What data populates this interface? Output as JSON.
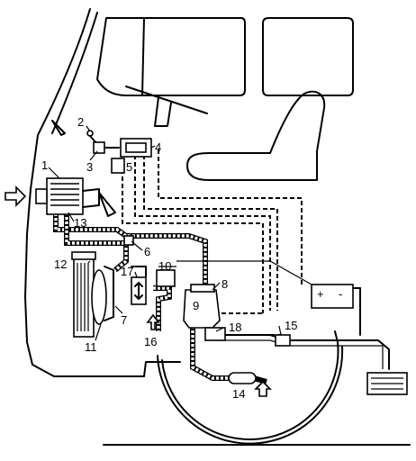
{
  "labels": {
    "l1": "1",
    "l2": "2",
    "l3": "3",
    "l4": "4",
    "l5": "5",
    "l6": "6",
    "l7": "7",
    "l8": "8",
    "l9": "9",
    "l10": "10",
    "l11": "11",
    "l12": "12",
    "l13": "13",
    "l14": "14",
    "l15": "15",
    "l16": "16",
    "l17": "17",
    "l18": "18"
  },
  "battery": {
    "plus": "+",
    "minus": "-"
  },
  "colors": {
    "ink": "#000000",
    "paper": "#ffffff"
  }
}
